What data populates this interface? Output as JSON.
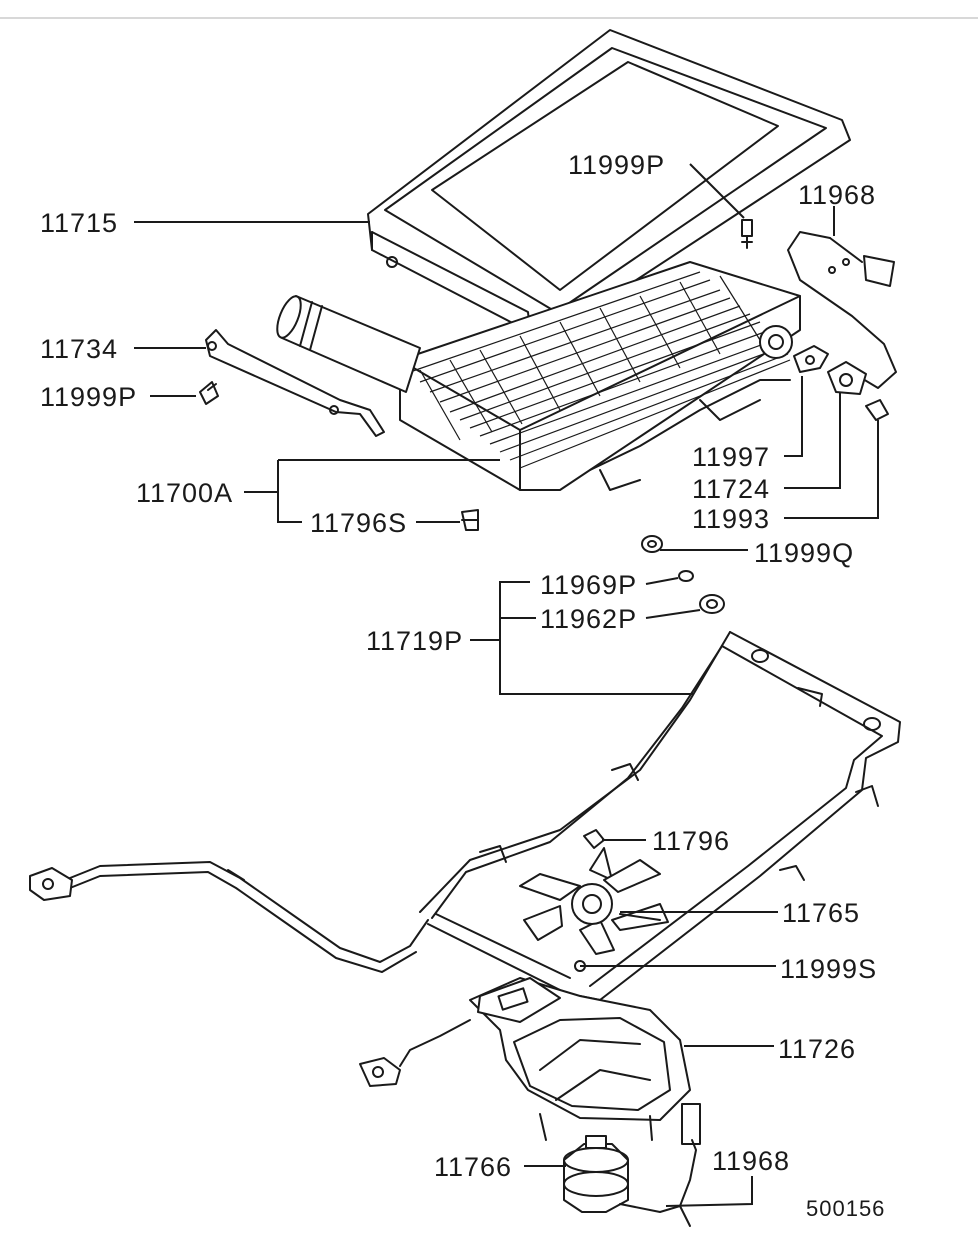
{
  "diagram": {
    "reference_code": "500156",
    "labels": {
      "p11715": "11715",
      "p11999P_top": "11999P",
      "p11968_top": "11968",
      "p11734": "11734",
      "p11999P_left": "11999P",
      "p11700A": "11700A",
      "p11796S": "11796S",
      "p11997": "11997",
      "p11724": "11724",
      "p11993": "11993",
      "p11999Q": "11999Q",
      "p11969P": "11969P",
      "p11962P": "11962P",
      "p11719P": "11719P",
      "p11796": "11796",
      "p11765": "11765",
      "p11999S": "11999S",
      "p11726": "11726",
      "p11766": "11766",
      "p11968_bottom": "11968"
    }
  }
}
